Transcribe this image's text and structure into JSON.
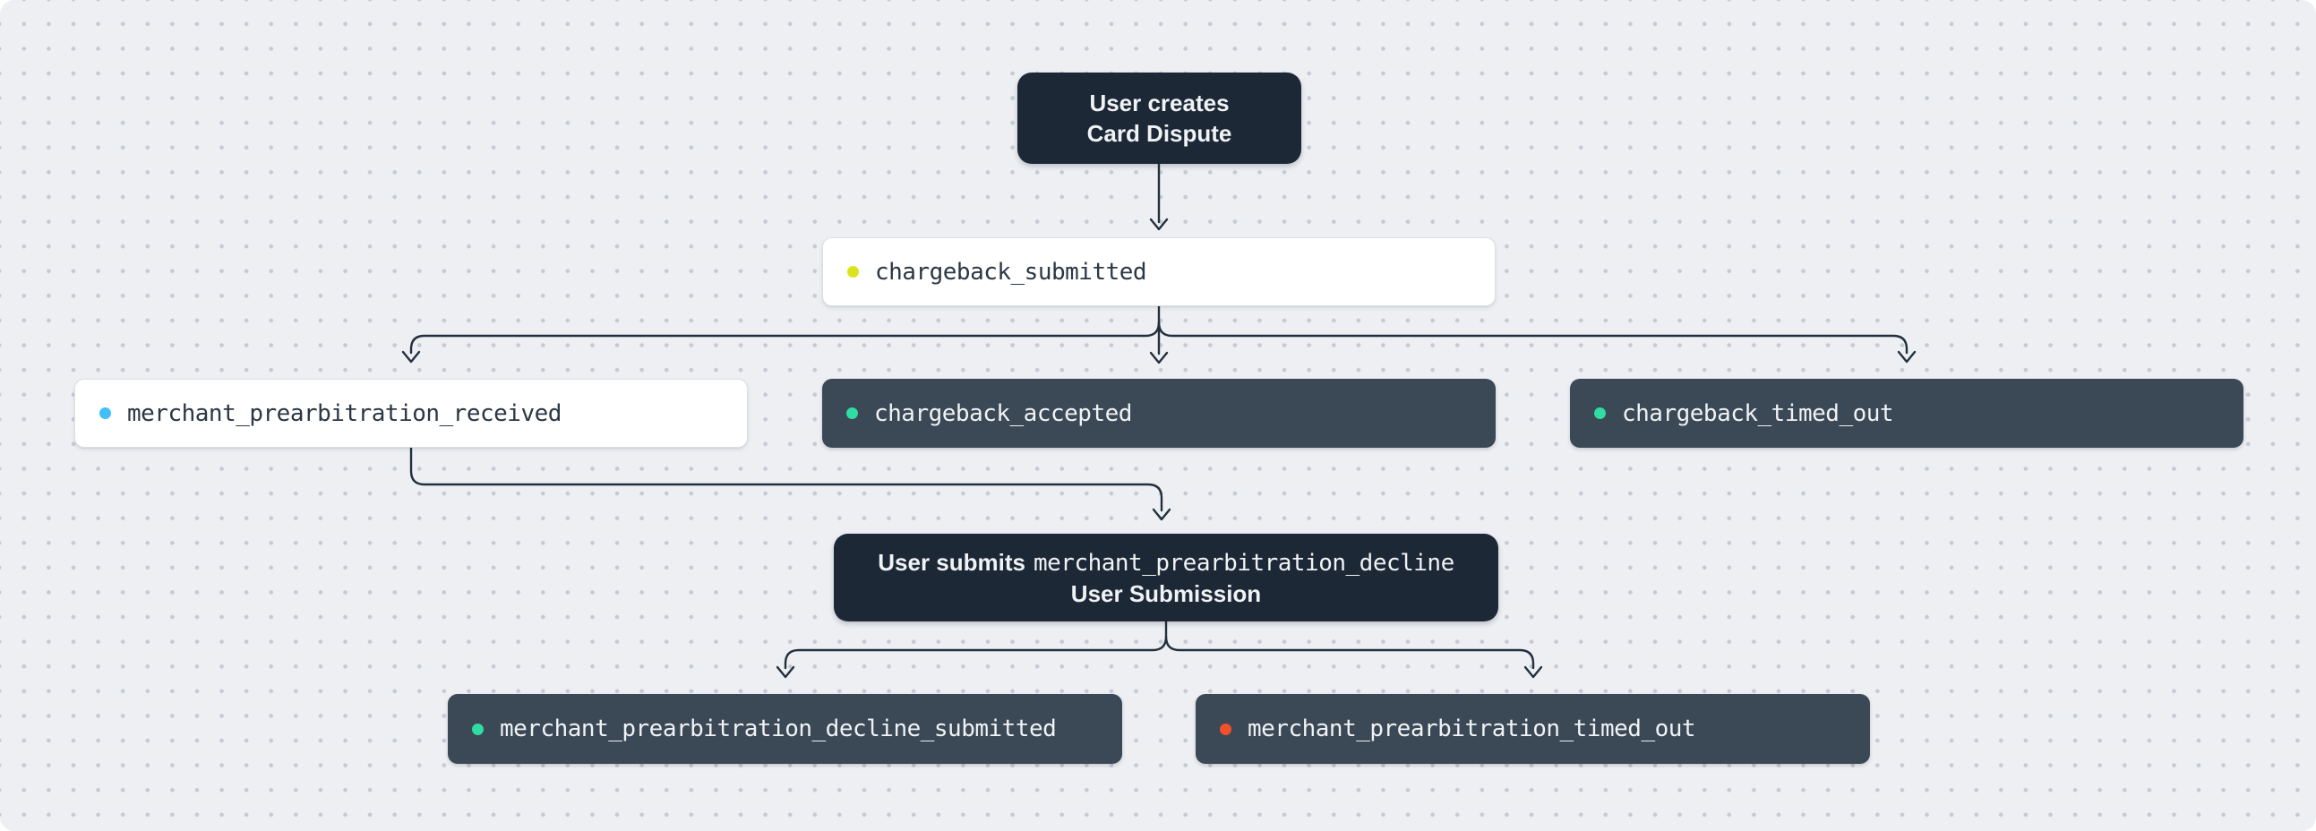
{
  "palette": {
    "canvas-bg": "#edeff3",
    "grid-dot": "#c5cad3",
    "connector": "#22303e",
    "action-bg": "#1d2836",
    "event-dark-bg": "#3b4855",
    "event-light-bg": "#ffffff",
    "event-light-border": "#dbe0e6",
    "event-light-text": "#2a3744",
    "event-dark-text": "#f0f3f5"
  },
  "nodes": {
    "create_dispute": {
      "line1": "User creates",
      "line2": "Card Dispute"
    },
    "chargeback_submitted": {
      "label": "chargeback_submitted",
      "dot_color": "#dce31d"
    },
    "merchant_prearbitration_received": {
      "label": "merchant_prearbitration_received",
      "dot_color": "#41bdf8"
    },
    "chargeback_accepted": {
      "label": "chargeback_accepted",
      "dot_color": "#2fdca2"
    },
    "chargeback_timed_out": {
      "label": "chargeback_timed_out",
      "dot_color": "#2fdca2"
    },
    "user_submits_decline": {
      "prefix": "User submits",
      "code": "merchant_prearbitration_decline",
      "line2": "User Submission"
    },
    "merchant_prearbitration_decline_submitted": {
      "label": "merchant_prearbitration_decline_submitted",
      "dot_color": "#2fdca2"
    },
    "merchant_prearbitration_timed_out": {
      "label": "merchant_prearbitration_timed_out",
      "dot_color": "#f2502c"
    }
  }
}
